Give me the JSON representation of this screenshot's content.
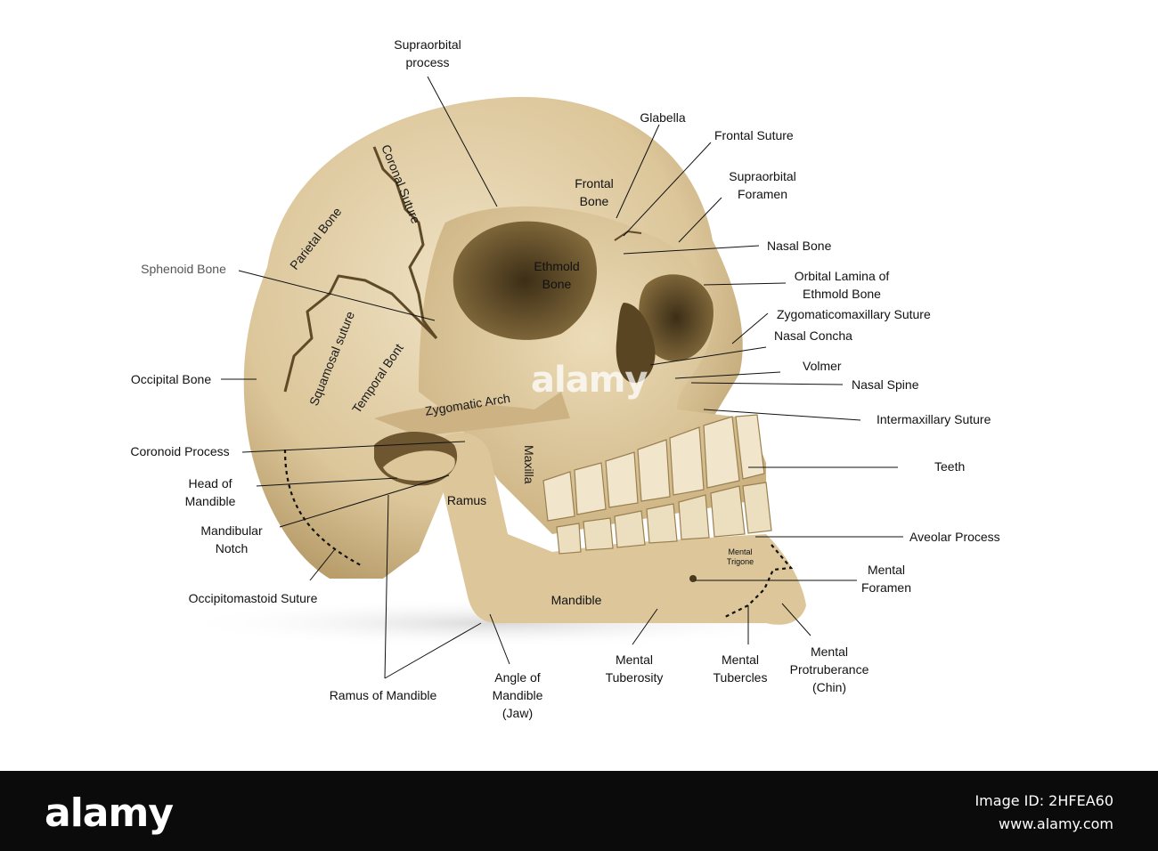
{
  "labels": {
    "supraorbital_process": "Supraorbital\nprocess",
    "glabella": "Glabella",
    "frontal_suture": "Frontal Suture",
    "supraorbital_foramen": "Supraorbital\nForamen",
    "nasal_bone": "Nasal Bone",
    "orbital_lamina": "Orbital Lamina of\nEthmold Bone",
    "zygomaticomaxillary_suture": "Zygomaticomaxillary Suture",
    "nasal_concha": "Nasal Concha",
    "volmer": "Volmer",
    "nasal_spine": "Nasal Spine",
    "intermaxillary_suture": "Intermaxillary Suture",
    "teeth": "Teeth",
    "aveolar_process": "Aveolar Process",
    "mental_foramen": "Mental\nForamen",
    "mental_protruberance": "Mental\nProtruberance\n(Chin)",
    "mental_tubercles": "Mental\nTubercles",
    "mental_tuberosity": "Mental\nTuberosity",
    "angle_of_mandible": "Angle of\nMandible\n(Jaw)",
    "ramus_of_mandible": "Ramus of Mandible",
    "occipitomastoid_suture": "Occipitomastoid Suture",
    "mandibular_notch": "Mandibular\nNotch",
    "head_of_mandible": "Head of\nMandible",
    "coronoid_process": "Coronoid Process",
    "occipital_bone": "Occipital Bone",
    "sphenoid_bone": "Sphenoid Bone",
    "frontal_bone": "Frontal\nBone",
    "ethmold_bone": "Ethmold\nBone",
    "zygomatic_arch": "Zygomatic Arch",
    "ramus": "Ramus",
    "mandible": "Mandible",
    "mental_trigone": "Mental\nTrigone",
    "maxilla": "Maxilla",
    "parietal_bone": "Parietal Bone",
    "coronal_suture": "Coronal Suture",
    "squamosal_suture": "Squamosal suture",
    "temporal_bont": "Temporal Bont"
  },
  "branding": {
    "watermark": "alamy",
    "logo": "alamy",
    "image_id": "Image ID: 2HFEA60",
    "url": "www.alamy.com"
  },
  "colors": {
    "bone": "#e3cfa6",
    "bone_shadow": "#b89d6c",
    "suture": "#5e4a26",
    "leader_line": "#111111",
    "bottom_bar": "#0b0b0b"
  }
}
